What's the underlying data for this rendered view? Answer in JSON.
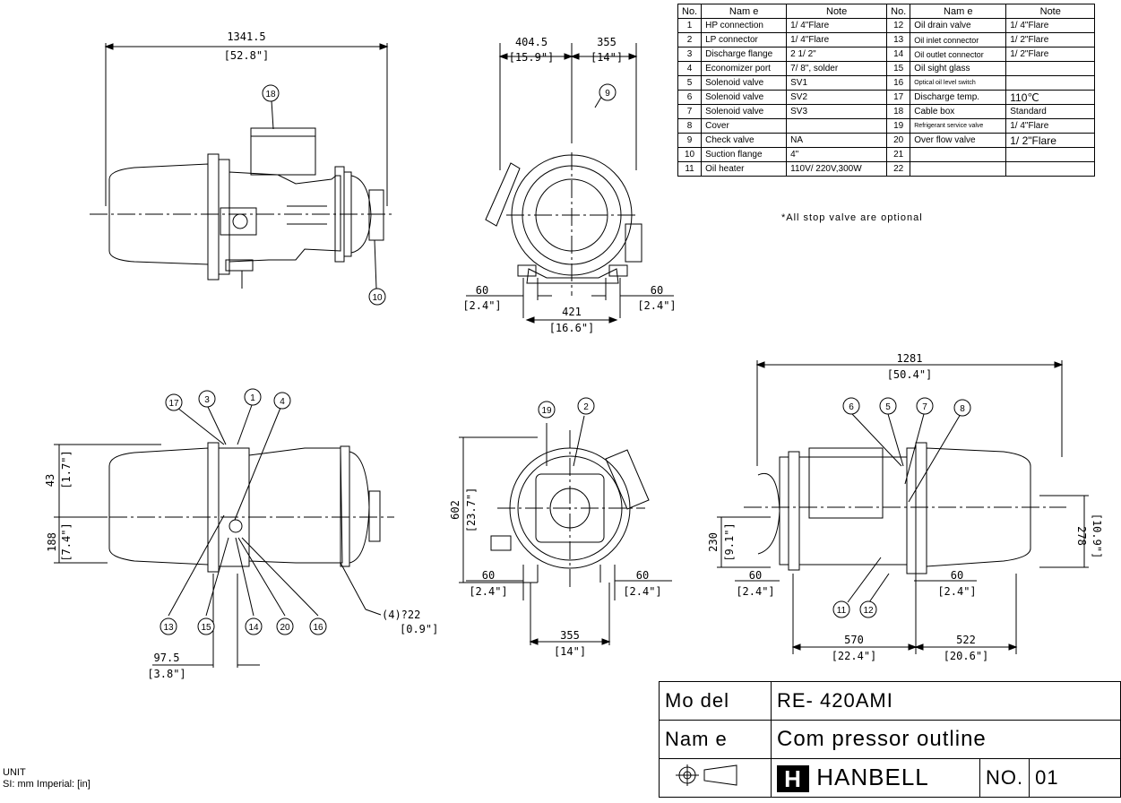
{
  "parts_table": {
    "headers": [
      "No.",
      "Nam e",
      "Note",
      "No.",
      "Nam e",
      "Note"
    ],
    "rows": [
      [
        "1",
        "HP connection",
        "1/ 4\"Flare",
        "12",
        "Oil drain valve",
        "1/ 4\"Flare"
      ],
      [
        "2",
        "LP connector",
        "1/ 4\"Flare",
        "13",
        "Oil inlet connector",
        "1/ 2\"Flare"
      ],
      [
        "3",
        "Discharge flange",
        "2 1/ 2\"",
        "14",
        "Oil outlet connector",
        "1/ 2\"Flare"
      ],
      [
        "4",
        "Economizer port",
        "7/ 8\", solder",
        "15",
        "Oil sight glass",
        ""
      ],
      [
        "5",
        "Solenoid valve",
        "SV1",
        "16",
        "Optical oil level switch",
        ""
      ],
      [
        "6",
        "Solenoid valve",
        "SV2",
        "17",
        "Discharge temp.",
        "110℃"
      ],
      [
        "7",
        "Solenoid valve",
        "SV3",
        "18",
        "Cable box",
        "Standard"
      ],
      [
        "8",
        "Cover",
        "",
        "19",
        "Refrigerant service valve",
        "1/ 4\"Flare"
      ],
      [
        "9",
        "Check valve",
        "NA",
        "20",
        "Over flow valve",
        "1/ 2\"Flare"
      ],
      [
        "10",
        "Suction flange",
        "4\"",
        "21",
        "",
        ""
      ],
      [
        "11",
        "Oil heater",
        "110V/ 220V,300W",
        "22",
        "",
        ""
      ]
    ]
  },
  "note": "*All stop valve are optional",
  "dimensions": {
    "top_length_mm": "1341.5",
    "top_length_in": "[52.8\"]",
    "front_w1_mm": "404.5",
    "front_w1_in": "[15.9\"]",
    "front_w2_mm": "355",
    "front_w2_in": "[14\"]",
    "front_foot_l_mm": "60",
    "front_foot_l_in": "[2.4\"]",
    "front_foot_r_mm": "60",
    "front_foot_r_in": "[2.4\"]",
    "front_base_mm": "421",
    "front_base_in": "[16.6\"]",
    "right_len_mm": "1281",
    "right_len_in": "[50.4\"]",
    "left_h43_mm": "43",
    "left_h43_in": "[1.7\"]",
    "left_h188_mm": "188",
    "left_h188_in": "[7.4\"]",
    "left_x_mm": "97.5",
    "left_x_in": "[3.8\"]",
    "holes": "(4)?22",
    "holes_in": "[0.9\"]",
    "end_h_mm": "602",
    "end_h_in": "[23.7\"]",
    "end_foot_l_mm": "60",
    "end_foot_l_in": "[2.4\"]",
    "end_foot_r_mm": "60",
    "end_foot_r_in": "[2.4\"]",
    "end_base_mm": "355",
    "end_base_in": "[14\"]",
    "right_h230_mm": "230",
    "right_h230_in": "[9.1\"]",
    "right_h278_mm": "278",
    "right_h278_in": "[10.9\"]",
    "right_foot_l_mm": "60",
    "right_foot_l_in": "[2.4\"]",
    "right_foot_r_mm": "60",
    "right_foot_r_in": "[2.4\"]",
    "right_570_mm": "570",
    "right_570_in": "[22.4\"]",
    "right_522_mm": "522",
    "right_522_in": "[20.6\"]"
  },
  "balloons": {
    "b18": "18",
    "b10": "10",
    "b9": "9",
    "b17": "17",
    "b3": "3",
    "b1": "1",
    "b4": "4",
    "b13": "13",
    "b15": "15",
    "b14": "14",
    "b20": "20",
    "b16": "16",
    "b19": "19",
    "b2": "2",
    "b6": "6",
    "b5": "5",
    "b7": "7",
    "b8": "8",
    "b11": "11",
    "b12": "12"
  },
  "title_block": {
    "model_label": "Mo del",
    "model_value": "RE- 420AMI",
    "name_label": "Nam e",
    "name_value": "Com pressor  outline",
    "brand": "HANBELL",
    "no_label": "NO.",
    "no_value": "01"
  },
  "unit": {
    "title": "UNIT",
    "line": "SI: mm   Imperial: [in]"
  }
}
